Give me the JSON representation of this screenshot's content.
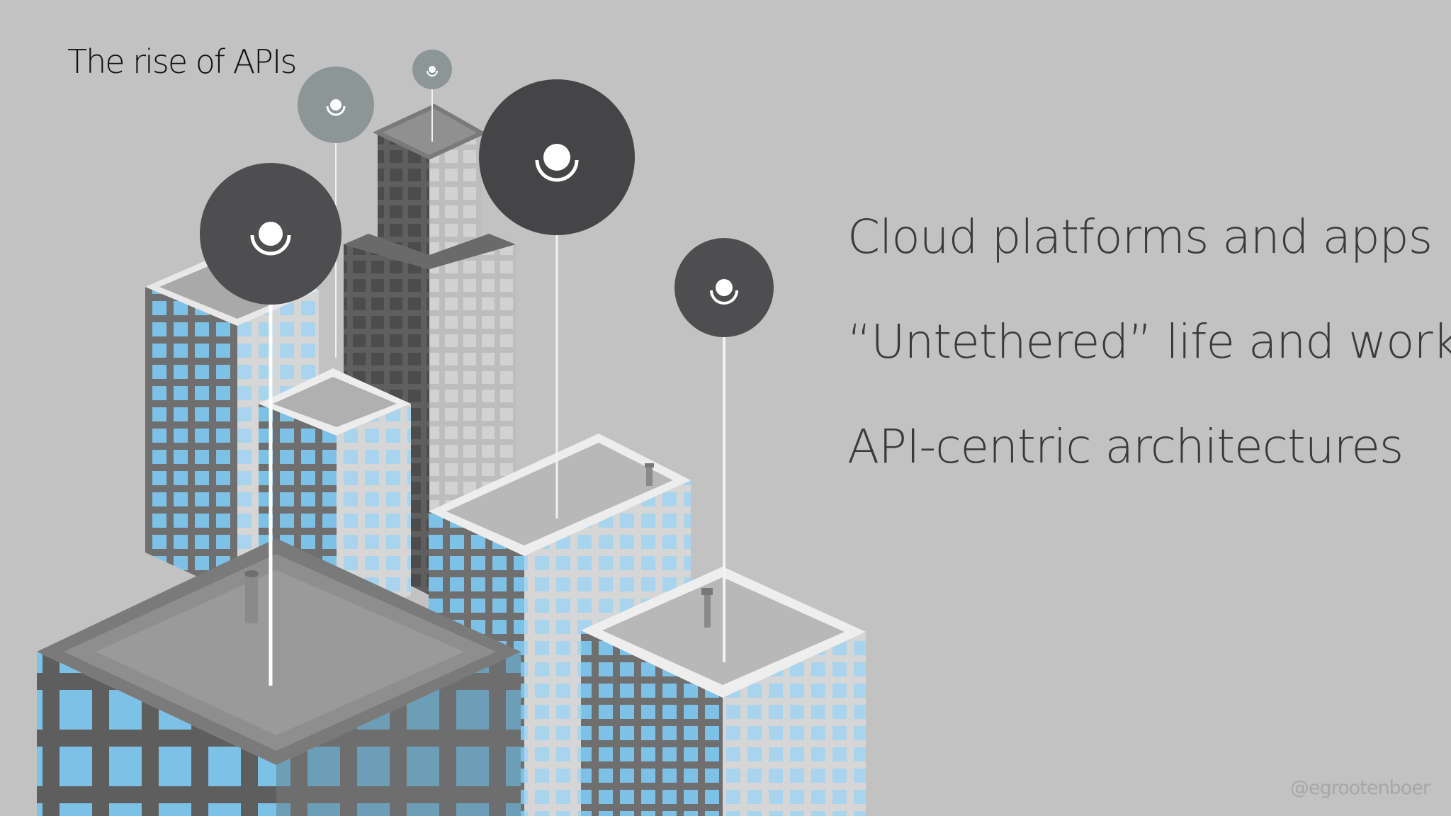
{
  "slide": {
    "title": "The rise of APIs",
    "bullets": [
      "Cloud platforms and apps",
      "“Untethered” life and work",
      "API-centric architectures"
    ],
    "credit": "@egrootenboer"
  },
  "illustration": {
    "subject": "isometric city skyline",
    "icons": [
      "map-pin-icon",
      "map-pin-icon",
      "map-pin-icon",
      "map-pin-icon",
      "map-pin-icon"
    ]
  },
  "colors": {
    "background": "#c2c2c2",
    "title_text": "#111111",
    "bullet_text": "#3a3a3a",
    "credit_text": "#a7a7a7",
    "window_blue": "#7ec1e6",
    "pin_dark": "#4a4a4d",
    "pin_light": "#8c9696"
  }
}
